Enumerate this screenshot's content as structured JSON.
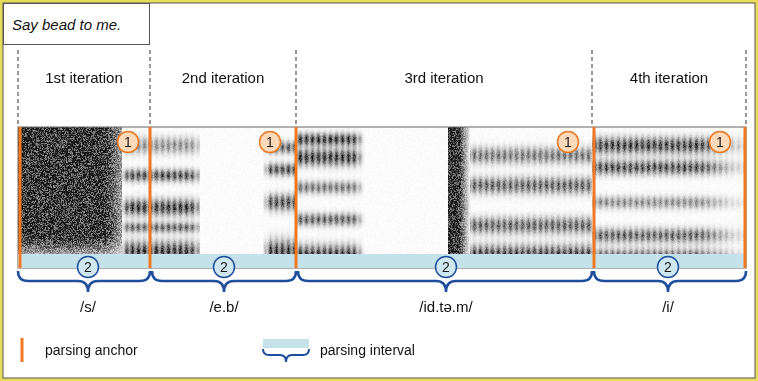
{
  "diagram": {
    "nodes": [
      {
        "text": [
          "Say bead to me."
        ]
      },
      {
        "text": [
          "1"
        ]
      },
      {
        "text": [
          "1"
        ]
      },
      {
        "text": [
          "1"
        ]
      },
      {
        "text": [
          "1"
        ]
      },
      {
        "text": [
          "2"
        ]
      },
      {
        "text": [
          "2"
        ]
      },
      {
        "text": [
          "2"
        ]
      },
      {
        "text": [
          "2"
        ]
      }
    ],
    "labels": [
      "1st iteration",
      "2nd iteration",
      "3rd iteration",
      "4th iteration",
      "/s/",
      "/e.b/",
      "/id.tə.m/",
      "/i/"
    ],
    "legend": [
      {
        "text": "parsing anchor"
      },
      {
        "text": "parsing interval"
      }
    ]
  }
}
